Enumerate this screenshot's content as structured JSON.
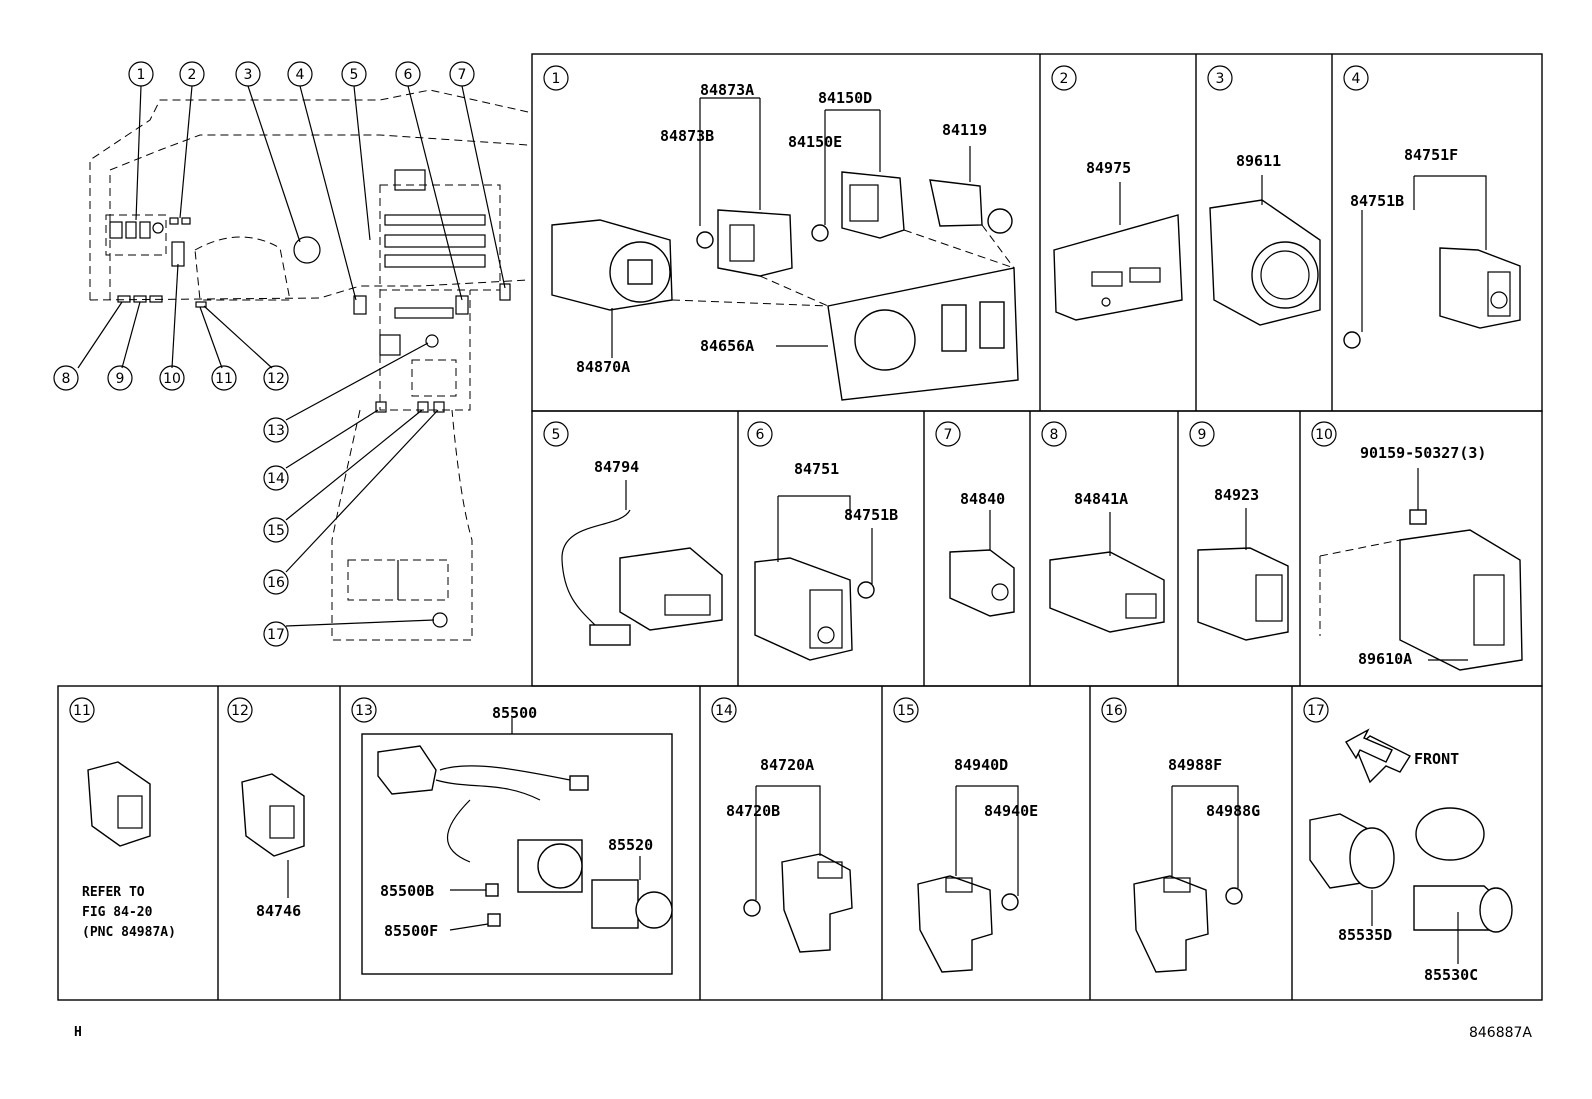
{
  "diagram": {
    "footer_left": "H",
    "footer_right": "846887A",
    "overview_callouts": [
      "1",
      "2",
      "3",
      "4",
      "5",
      "6",
      "7",
      "8",
      "9",
      "10",
      "11",
      "12",
      "13",
      "14",
      "15",
      "16",
      "17"
    ],
    "panels": [
      {
        "id": "1",
        "parts": [
          "84873A",
          "84873B",
          "84150D",
          "84150E",
          "84119",
          "84870A",
          "84656A"
        ]
      },
      {
        "id": "2",
        "parts": [
          "84975"
        ]
      },
      {
        "id": "3",
        "parts": [
          "89611"
        ]
      },
      {
        "id": "4",
        "parts": [
          "84751F",
          "84751B"
        ]
      },
      {
        "id": "5",
        "parts": [
          "84794"
        ]
      },
      {
        "id": "6",
        "parts": [
          "84751",
          "84751B"
        ]
      },
      {
        "id": "7",
        "parts": [
          "84840"
        ]
      },
      {
        "id": "8",
        "parts": [
          "84841A"
        ]
      },
      {
        "id": "9",
        "parts": [
          "84923"
        ]
      },
      {
        "id": "10",
        "parts": [
          "90159-50327(3)",
          "89610A"
        ]
      },
      {
        "id": "11",
        "parts": [],
        "note": [
          "REFER TO",
          "FIG 84-20",
          "(PNC 84987A)"
        ]
      },
      {
        "id": "12",
        "parts": [
          "84746"
        ]
      },
      {
        "id": "13",
        "parts": [
          "85500",
          "85520",
          "85500B",
          "85500F"
        ]
      },
      {
        "id": "14",
        "parts": [
          "84720A",
          "84720B"
        ]
      },
      {
        "id": "15",
        "parts": [
          "84940D",
          "84940E"
        ]
      },
      {
        "id": "16",
        "parts": [
          "84988F",
          "84988G"
        ]
      },
      {
        "id": "17",
        "parts": [
          "85535D",
          "85530C"
        ],
        "direction_label": "FRONT"
      }
    ]
  }
}
